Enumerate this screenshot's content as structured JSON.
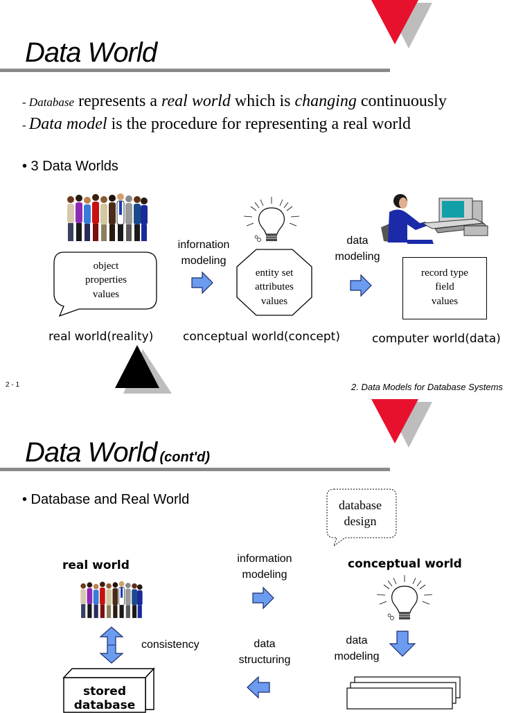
{
  "slide1": {
    "title": "Data World",
    "line1": {
      "dash": "- ",
      "term1": "Database",
      "text1": " represents a ",
      "term2": "real world",
      "text2": " which is ",
      "term3": "changing",
      "text3": " continuously"
    },
    "line2": {
      "dash": "- ",
      "term": "Data model",
      "text": " is the procedure for representing a real world"
    },
    "bullet": "• 3 Data Worlds",
    "real_box": [
      "object",
      "properties",
      "values"
    ],
    "arrow1_label": [
      "infornation",
      "modeling"
    ],
    "concept_box": [
      "entity set",
      "attributes",
      "values"
    ],
    "arrow2_label": [
      "data",
      "modeling"
    ],
    "record_box": [
      "record type",
      "field",
      "values"
    ],
    "caption_real": "real world(reality)",
    "caption_concept": "conceptual world(concept)",
    "caption_computer": "computer world(data)",
    "page_number": "2 - 1",
    "footer": "2. Data Models for Database Systems"
  },
  "slide2": {
    "title": "Data World",
    "title_suffix": "(cont'd)",
    "bullet": "• Database and Real World",
    "design_bubble": [
      "database",
      "design"
    ],
    "real_world": "real world",
    "info_label": [
      "information",
      "modeling"
    ],
    "conceptual_world": "conceptual world",
    "consistency": "consistency",
    "structuring_label": [
      "data",
      "structuring"
    ],
    "modeling_label": [
      "data",
      "modeling"
    ],
    "stored_db": [
      "stored",
      "database"
    ]
  },
  "colors": {
    "accent_red": "#e8112d",
    "arrow_blue": "#6b9cf0",
    "rule_gray": "#8a8a8a"
  }
}
